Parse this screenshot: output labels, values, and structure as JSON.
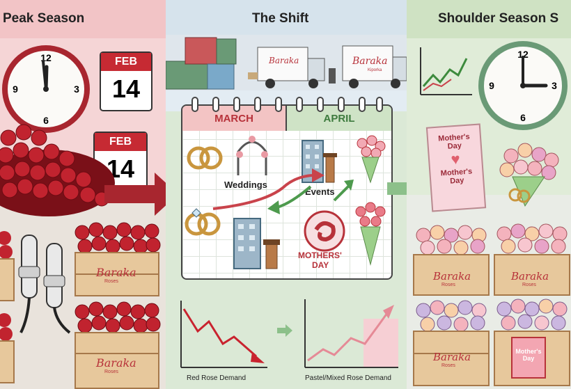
{
  "panels": {
    "peak": {
      "title": "Peak Season"
    },
    "shift": {
      "title": "The Shift"
    },
    "shoulder": {
      "title": "Shoulder Season S"
    }
  },
  "calendars": {
    "feb_month": "FEB",
    "feb_day": "14",
    "march": "MARCH",
    "april": "APRIL"
  },
  "events": {
    "weddings": "Weddings",
    "events": "Events",
    "mothers_day_top": "MOTHERS'",
    "mothers_day_bottom": "DAY"
  },
  "card": {
    "line1": "Mother's",
    "line2": "Day",
    "line3": "Mother's",
    "line4": "Day"
  },
  "brand": {
    "name": "Baraka",
    "sub": "Roses",
    "sub_truck": "Kiporka"
  },
  "small_card": {
    "line1": "Mother's",
    "line2": "Day"
  },
  "mini_charts": {
    "red_label": "Red Rose Demand",
    "pastel_label": "Pastel/Mixed Rose Demand"
  },
  "colors": {
    "peak_bg": "#f5d5d6",
    "shift_bg": "#dbe9d6",
    "shoulder_bg": "#e0ecd8",
    "rose_red": "#b71c2a",
    "arrow_red": "#a8262f",
    "arrow_green": "#8cc08a"
  }
}
